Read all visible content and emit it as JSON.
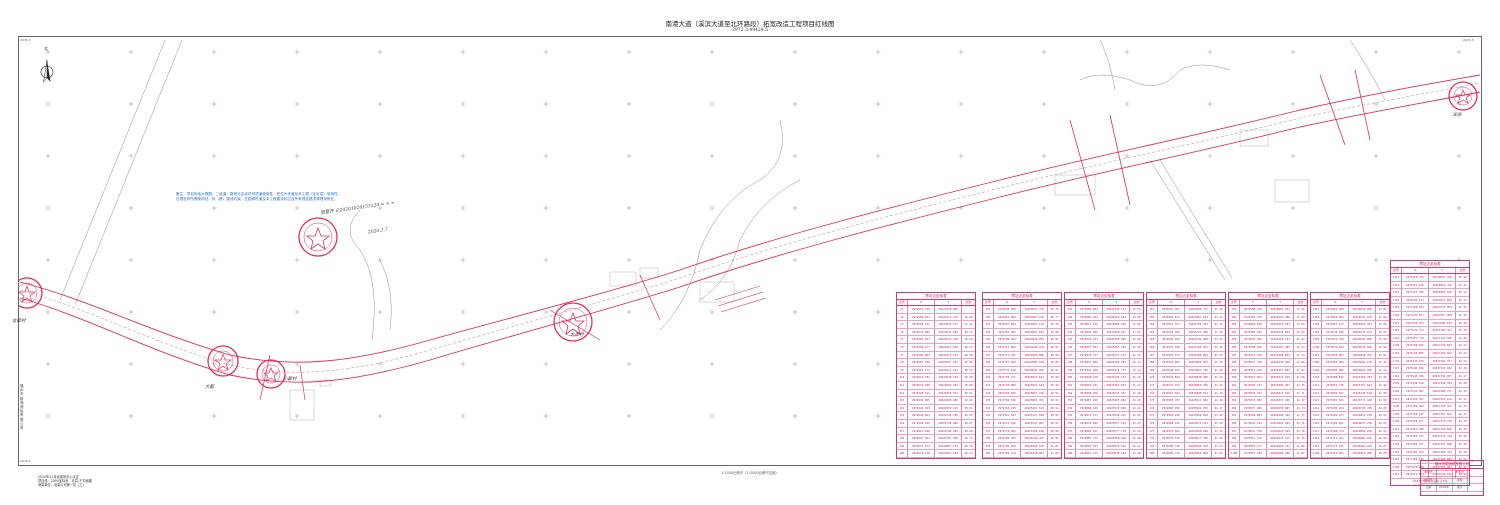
{
  "title": "南港大道（溪滨大道至北环路段）拓宽改造工程项目红线图",
  "subtitle": "2972.3-49424.5",
  "north_label": "北",
  "note_blue": "备注：项目用地大概图、二级道、路侧可由该任何项道使用性，任位为许道及本工程（征补偿）使用性，在规定时所需使用征，拆（移）建或约束，在勘察时道及本工程建设时应及所有规定路须清理用所在。",
  "handwrite": {
    "signature_text": "同意开  ∅20201024153120  ∞  ∞  ∞",
    "date_text": "2020.3.7",
    "place_a": "古都村",
    "place_b": "大都",
    "place_c": "小都村",
    "place_d": "大赤村",
    "place_e": "洋洲"
  },
  "left_org": "福州市勘测测绘有限公司",
  "scale_note": "1:2000比例尺（1:2000比例尺应用）",
  "notes_bottom": [
    "2020年11月经勘测中心认定",
    "项目线：2000坐标系、长高-千平面图",
    "测量单位：测量公司第一队（工）"
  ],
  "corners": {
    "tl": "2972.3",
    "tr": "2972.3",
    "bl": "2972.3",
    "br": "2972.3"
  },
  "colors": {
    "redline": "#e0305c",
    "table": "#c21e57",
    "note": "#2f6fd0",
    "stamp": "#e0305c",
    "basemap": "#9a9a9a"
  },
  "tables": [
    {
      "title": "界址点坐标表",
      "headers": [
        "点号",
        "X",
        "Y",
        "边长"
      ],
      "rows": [
        [
          "J1",
          "2972551.319",
          "49424458.066",
          ""
        ],
        [
          "J2",
          "2972560.183",
          "49424475.770",
          "19.80"
        ],
        [
          "J3",
          "2972568.741",
          "49424495.377",
          "21.41"
        ],
        [
          "J4",
          "2972575.982",
          "49424514.289",
          "20.27"
        ],
        [
          "J5",
          "2972583.027",
          "49424533.708",
          "20.65"
        ],
        [
          "J6",
          "2972590.117",
          "49424553.010",
          "20.57"
        ],
        [
          "J7",
          "2972596.894",
          "49424572.331",
          "20.48"
        ],
        [
          "J8",
          "2972603.556",
          "49424591.767",
          "20.55"
        ],
        [
          "J9",
          "2972610.172",
          "49424611.237",
          "20.57"
        ],
        [
          "J10",
          "2972616.701",
          "49424630.745",
          "20.58"
        ],
        [
          "J11",
          "2972623.188",
          "49424650.293",
          "20.60"
        ],
        [
          "J12",
          "2972629.611",
          "49424669.872",
          "20.61"
        ],
        [
          "J13",
          "2972636.005",
          "49424689.480",
          "20.62"
        ],
        [
          "J14",
          "2972642.349",
          "49424709.119",
          "20.64"
        ],
        [
          "J15",
          "2972648.661",
          "49424728.786",
          "20.65"
        ],
        [
          "J16",
          "2972654.935",
          "49424748.482",
          "20.67"
        ],
        [
          "J17",
          "2972661.180",
          "49424768.205",
          "20.69"
        ],
        [
          "J18",
          "2972667.392",
          "49424787.956",
          "20.71"
        ],
        [
          "J19",
          "2972673.572",
          "49424807.734",
          "20.72"
        ],
        [
          "J20",
          "2972679.718",
          "49424827.539",
          "20.74"
        ]
      ]
    },
    {
      "title": "界址点坐标表",
      "headers": [
        "点号",
        "X",
        "Y",
        "边长"
      ],
      "rows": [
        [
          "J21",
          "2972685.830",
          "49424847.370",
          "20.75"
        ],
        [
          "J22",
          "2972691.909",
          "49424867.228",
          "20.77"
        ],
        [
          "J23",
          "2972697.954",
          "49424887.112",
          "20.78"
        ],
        [
          "J24",
          "2972703.965",
          "49424907.022",
          "20.80"
        ],
        [
          "J25",
          "2972709.942",
          "49424926.958",
          "20.81"
        ],
        [
          "J26",
          "2972715.886",
          "49424946.919",
          "20.83"
        ],
        [
          "J27",
          "2972721.795",
          "49424966.906",
          "20.84"
        ],
        [
          "J28",
          "2972727.669",
          "49424986.918",
          "20.86"
        ],
        [
          "J29",
          "2972733.510",
          "49425006.955",
          "20.87"
        ],
        [
          "J30",
          "2972739.317",
          "49425027.017",
          "20.88"
        ],
        [
          "J31",
          "2972745.089",
          "49425047.104",
          "20.90"
        ],
        [
          "J32",
          "2972750.826",
          "49425067.216",
          "20.91"
        ],
        [
          "J33",
          "2972756.529",
          "49425087.352",
          "20.93"
        ],
        [
          "J34",
          "2972762.198",
          "49425107.513",
          "20.94"
        ],
        [
          "J35",
          "2972767.832",
          "49425127.698",
          "20.95"
        ],
        [
          "J36",
          "2972773.430",
          "49425147.907",
          "20.97"
        ],
        [
          "J37",
          "2972778.995",
          "49425168.140",
          "20.98"
        ],
        [
          "J38",
          "2972784.525",
          "49425188.397",
          "20.99"
        ],
        [
          "J39",
          "2972790.019",
          "49425208.678",
          "21.01"
        ],
        [
          "J40",
          "2972795.479",
          "49425228.983",
          "21.02"
        ]
      ]
    },
    {
      "title": "界址点坐标表",
      "headers": [
        "点号",
        "X",
        "Y",
        "边长"
      ],
      "rows": [
        [
          "J41",
          "2972800.904",
          "49425249.311",
          "21.03"
        ],
        [
          "J42",
          "2972806.294",
          "49425269.663",
          "21.05"
        ],
        [
          "J43",
          "2972811.649",
          "49425290.038",
          "21.06"
        ],
        [
          "J44",
          "2972816.969",
          "49425310.437",
          "21.07"
        ],
        [
          "J45",
          "2972822.254",
          "49425330.859",
          "21.09"
        ],
        [
          "J46",
          "2972827.503",
          "49425351.304",
          "21.10"
        ],
        [
          "J47",
          "2972832.717",
          "49425371.772",
          "21.11"
        ],
        [
          "J48",
          "2972837.896",
          "49425392.263",
          "21.13"
        ],
        [
          "J49",
          "2972843.040",
          "49425412.777",
          "21.14"
        ],
        [
          "J50",
          "2972848.148",
          "49425433.314",
          "21.15"
        ],
        [
          "J51",
          "2972853.221",
          "49425453.874",
          "21.17"
        ],
        [
          "J52",
          "2972858.258",
          "49425474.457",
          "21.18"
        ],
        [
          "J53",
          "2972863.260",
          "49425495.062",
          "21.19"
        ],
        [
          "J54",
          "2972868.226",
          "49425515.690",
          "21.21"
        ],
        [
          "J55",
          "2972873.157",
          "49425536.341",
          "21.22"
        ],
        [
          "J56",
          "2972878.052",
          "49425557.014",
          "21.23"
        ],
        [
          "J57",
          "2972882.911",
          "49425577.710",
          "21.24"
        ],
        [
          "J58",
          "2972887.735",
          "49425598.428",
          "21.26"
        ],
        [
          "J59",
          "2972892.523",
          "49425619.169",
          "21.27"
        ],
        [
          "J60",
          "2972897.275",
          "49425639.932",
          "21.28"
        ]
      ]
    },
    {
      "title": "界址点坐标表",
      "headers": [
        "点号",
        "X",
        "Y",
        "边长"
      ],
      "rows": [
        [
          "J61",
          "2972901.991",
          "49425660.717",
          "21.30"
        ],
        [
          "J62",
          "2972906.672",
          "49425681.524",
          "21.31"
        ],
        [
          "J63",
          "2972911.317",
          "49425702.354",
          "21.32"
        ],
        [
          "J64",
          "2972915.926",
          "49425723.206",
          "21.34"
        ],
        [
          "J65",
          "2972920.499",
          "49425744.080",
          "21.35"
        ],
        [
          "J66",
          "2972925.036",
          "49425764.976",
          "21.36"
        ],
        [
          "J67",
          "2972929.537",
          "49425785.894",
          "21.38"
        ],
        [
          "J68",
          "2972934.002",
          "49425806.834",
          "21.39"
        ],
        [
          "J69",
          "2972938.431",
          "49425827.796",
          "21.40"
        ],
        [
          "J70",
          "2972942.824",
          "49425848.780",
          "21.42"
        ],
        [
          "J71",
          "2972947.181",
          "49425869.786",
          "21.43"
        ],
        [
          "J72",
          "2972951.502",
          "49425890.814",
          "21.44"
        ],
        [
          "J73",
          "2972955.787",
          "49425911.864",
          "21.46"
        ],
        [
          "J74",
          "2972960.036",
          "49425932.935",
          "21.47"
        ],
        [
          "J75",
          "2972964.249",
          "49425954.028",
          "21.48"
        ],
        [
          "J76",
          "2972968.425",
          "49425975.143",
          "21.50"
        ],
        [
          "J77",
          "2972972.566",
          "49425996.280",
          "21.51"
        ],
        [
          "J78",
          "2972976.670",
          "49426017.438",
          "21.52"
        ],
        [
          "J79",
          "2972980.738",
          "49426038.618",
          "21.54"
        ],
        [
          "J80",
          "2972984.770",
          "49426059.820",
          "21.55"
        ]
      ]
    },
    {
      "title": "界址点坐标表",
      "headers": [
        "点号",
        "X",
        "Y",
        "边长"
      ],
      "rows": [
        [
          "J81",
          "2972988.766",
          "49426081.043",
          "21.56"
        ],
        [
          "J82",
          "2972992.725",
          "49426102.288",
          "21.58"
        ],
        [
          "J83",
          "2972996.648",
          "49426123.554",
          "21.59"
        ],
        [
          "J84",
          "2973000.535",
          "49426144.842",
          "21.60"
        ],
        [
          "J85",
          "2973004.386",
          "49426166.151",
          "21.62"
        ],
        [
          "J86",
          "2973008.200",
          "49426187.482",
          "21.63"
        ],
        [
          "J87",
          "2973011.978",
          "49426208.834",
          "21.64"
        ],
        [
          "J88",
          "2973015.720",
          "49426230.208",
          "21.66"
        ],
        [
          "J89",
          "2973019.425",
          "49426251.603",
          "21.67"
        ],
        [
          "J90",
          "2973023.094",
          "49426273.019",
          "21.68"
        ],
        [
          "J91",
          "2973026.727",
          "49426294.457",
          "21.70"
        ],
        [
          "J92",
          "2973030.323",
          "49426315.916",
          "21.71"
        ],
        [
          "J93",
          "2973033.883",
          "49426337.396",
          "21.72"
        ],
        [
          "J94",
          "2973037.406",
          "49426358.897",
          "21.74"
        ],
        [
          "J95",
          "2973040.893",
          "49426380.420",
          "21.75"
        ],
        [
          "J96",
          "2973044.344",
          "49426401.964",
          "21.76"
        ],
        [
          "J97",
          "2973047.758",
          "49426423.529",
          "21.78"
        ],
        [
          "J98",
          "2973051.136",
          "49426445.115",
          "21.79"
        ],
        [
          "J99",
          "2973054.477",
          "49426466.722",
          "21.80"
        ],
        [
          "J100",
          "2973057.782",
          "49426488.350",
          "21.82"
        ]
      ]
    },
    {
      "title": "界址点坐标表",
      "headers": [
        "点号",
        "X",
        "Y",
        "边长"
      ],
      "rows": [
        [
          "J101",
          "2973061.050",
          "49426510.000",
          "21.83"
        ],
        [
          "J102",
          "2973064.282",
          "49426531.670",
          "21.84"
        ],
        [
          "J103",
          "2973067.477",
          "49426553.361",
          "21.86"
        ],
        [
          "J104",
          "2973070.636",
          "49426575.073",
          "21.87"
        ],
        [
          "J105",
          "2973073.758",
          "49426596.806",
          "21.88"
        ],
        [
          "J106",
          "2973076.844",
          "49426618.560",
          "21.90"
        ],
        [
          "J107",
          "2973079.893",
          "49426640.335",
          "21.91"
        ],
        [
          "J108",
          "2973082.906",
          "49426662.130",
          "21.92"
        ],
        [
          "J109",
          "2973085.882",
          "49426683.946",
          "21.94"
        ],
        [
          "J110",
          "2973088.822",
          "49426705.783",
          "21.95"
        ],
        [
          "J111",
          "2973091.725",
          "49426727.641",
          "21.96"
        ],
        [
          "J112",
          "2973094.591",
          "49426749.519",
          "21.98"
        ],
        [
          "J113",
          "2973097.421",
          "49426771.418",
          "21.99"
        ],
        [
          "J114",
          "2973100.214",
          "49426793.338",
          "22.00"
        ],
        [
          "J115",
          "2973102.971",
          "49426815.278",
          "22.02"
        ],
        [
          "J116",
          "2973105.691",
          "49426837.239",
          "22.03"
        ],
        [
          "J117",
          "2973108.374",
          "49426859.220",
          "22.04"
        ],
        [
          "J118",
          "2973111.021",
          "49426881.222",
          "22.06"
        ],
        [
          "J119",
          "2973113.631",
          "49426903.244",
          "22.07"
        ],
        [
          "J120",
          "2973116.205",
          "49426925.286",
          "22.08"
        ]
      ]
    },
    {
      "title": "界址点坐标表",
      "headers": [
        "点号",
        "X",
        "Y",
        "边长"
      ],
      "rows": [
        [
          "J121",
          "2973118.742",
          "49426947.349",
          "22.10"
        ],
        [
          "J122",
          "2973121.242",
          "49426969.432",
          "22.11"
        ],
        [
          "J123",
          "2973123.706",
          "49426991.536",
          "22.12"
        ],
        [
          "J124",
          "2973126.133",
          "49427013.660",
          "22.14"
        ],
        [
          "J125",
          "2973128.523",
          "49427035.804",
          "22.15"
        ],
        [
          "J126",
          "2973130.877",
          "49427057.968",
          "22.16"
        ],
        [
          "J127",
          "2973133.194",
          "49427080.152",
          "22.18"
        ],
        [
          "J128",
          "2973135.474",
          "49427102.357",
          "22.19"
        ],
        [
          "J129",
          "2973137.718",
          "49427124.582",
          "22.20"
        ],
        [
          "J130",
          "2973139.925",
          "49427146.827",
          "22.22"
        ],
        [
          "J131",
          "2973142.095",
          "49427169.092",
          "22.23"
        ],
        [
          "J132",
          "2973144.229",
          "49427191.377",
          "22.24"
        ],
        [
          "J133",
          "2973146.326",
          "49427213.682",
          "22.26"
        ],
        [
          "J134",
          "2973148.386",
          "49427236.007",
          "22.27"
        ],
        [
          "J135",
          "2973150.410",
          "49427258.352",
          "22.28"
        ],
        [
          "J136",
          "2973152.397",
          "49427280.717",
          "22.30"
        ],
        [
          "J137",
          "2973154.347",
          "49427303.102",
          "22.31"
        ],
        [
          "J138",
          "2973156.260",
          "49427325.507",
          "22.32"
        ],
        [
          "J139",
          "2973158.137",
          "49427347.932",
          "22.34"
        ],
        [
          "J140",
          "2973159.977",
          "49427370.376",
          "22.35"
        ],
        [
          "J141",
          "2973161.780",
          "49427392.840",
          "22.36"
        ],
        [
          "J142",
          "2973163.547",
          "49427415.324",
          "22.38"
        ],
        [
          "J143",
          "2973165.277",
          "49427437.828",
          "22.39"
        ],
        [
          "J144",
          "2973166.970",
          "49427460.351",
          "22.40"
        ],
        [
          "J145",
          "2973168.626",
          "49427482.894",
          "22.42"
        ],
        [
          "J146",
          "2973170.246",
          "49427505.457",
          "22.43"
        ],
        [
          "J147",
          "2973171.829",
          "49427528.039",
          "22.44"
        ]
      ],
      "footer": "共147个界址点  总面积  平方米"
    }
  ],
  "titleblock": {
    "header": "福州市勘测院有限公司",
    "rows": [
      [
        "测量员",
        "",
        "检查员",
        ""
      ],
      [
        "制图员",
        "",
        "审核",
        ""
      ],
      [
        "日期",
        "2020年",
        "图号",
        ""
      ]
    ]
  }
}
